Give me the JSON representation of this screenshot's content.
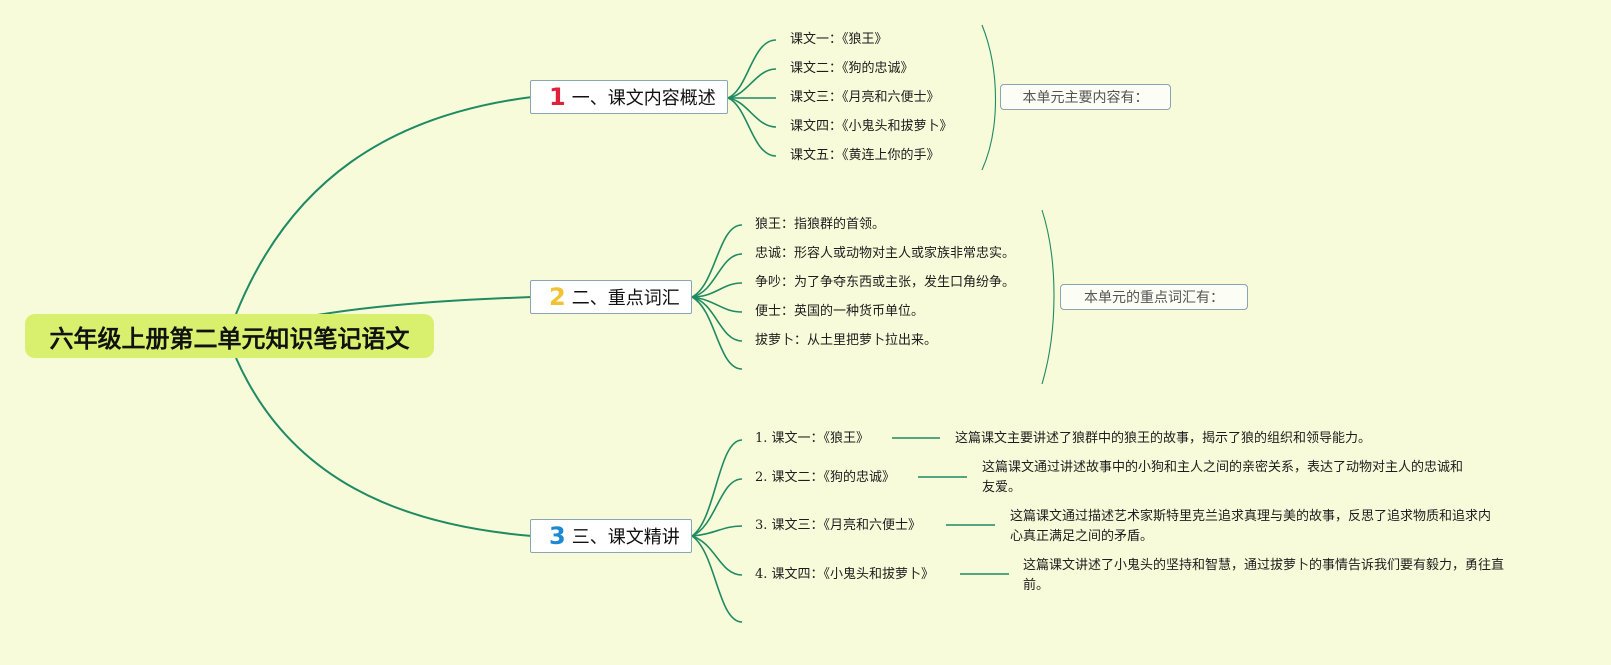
{
  "root": {
    "title": "六年级上册第二单元知识笔记语文"
  },
  "colors": {
    "line": "#1f8a63",
    "root_bg": "#d8f06e",
    "num1": "#e0213a",
    "num2": "#f1c232",
    "num3": "#1a8ad4"
  },
  "branch1": {
    "num": "1",
    "label": "一、课文内容概述",
    "items": [
      "课文一：《狼王》",
      "课文二：《狗的忠诚》",
      "课文三：《月亮和六便士》",
      "课文四：《小鬼头和拔萝卜》",
      "课文五：《黄连上你的手》"
    ],
    "summary": "本单元主要内容有："
  },
  "branch2": {
    "num": "2",
    "label": "二、重点词汇",
    "items": [
      "狼王：指狼群的首领。",
      "忠诚：形容人或动物对主人或家族非常忠实。",
      "争吵：为了争夺东西或主张，发生口角纷争。",
      "便士：英国的一种货币单位。",
      "拔萝卜：从土里把萝卜拉出来。"
    ],
    "summary": "本单元的重点词汇有："
  },
  "branch3": {
    "num": "3",
    "label": "三、课文精讲",
    "items": [
      {
        "title": "1. 课文一：《狼王》",
        "desc": "这篇课文主要讲述了狼群中的狼王的故事，揭示了狼的组织和领导能力。"
      },
      {
        "title": "2. 课文二：《狗的忠诚》",
        "desc": "这篇课文通过讲述故事中的小狗和主人之间的亲密关系，表达了动物对主人的忠诚和友爱。"
      },
      {
        "title": "3. 课文三：《月亮和六便士》",
        "desc": "这篇课文通过描述艺术家斯特里克兰追求真理与美的故事，反思了追求物质和追求内心真正满足之间的矛盾。"
      },
      {
        "title": "4. 课文四：《小鬼头和拔萝卜》",
        "desc": "这篇课文讲述了小鬼头的坚持和智慧，通过拔萝卜的事情告诉我们要有毅力，勇往直前。"
      }
    ]
  }
}
